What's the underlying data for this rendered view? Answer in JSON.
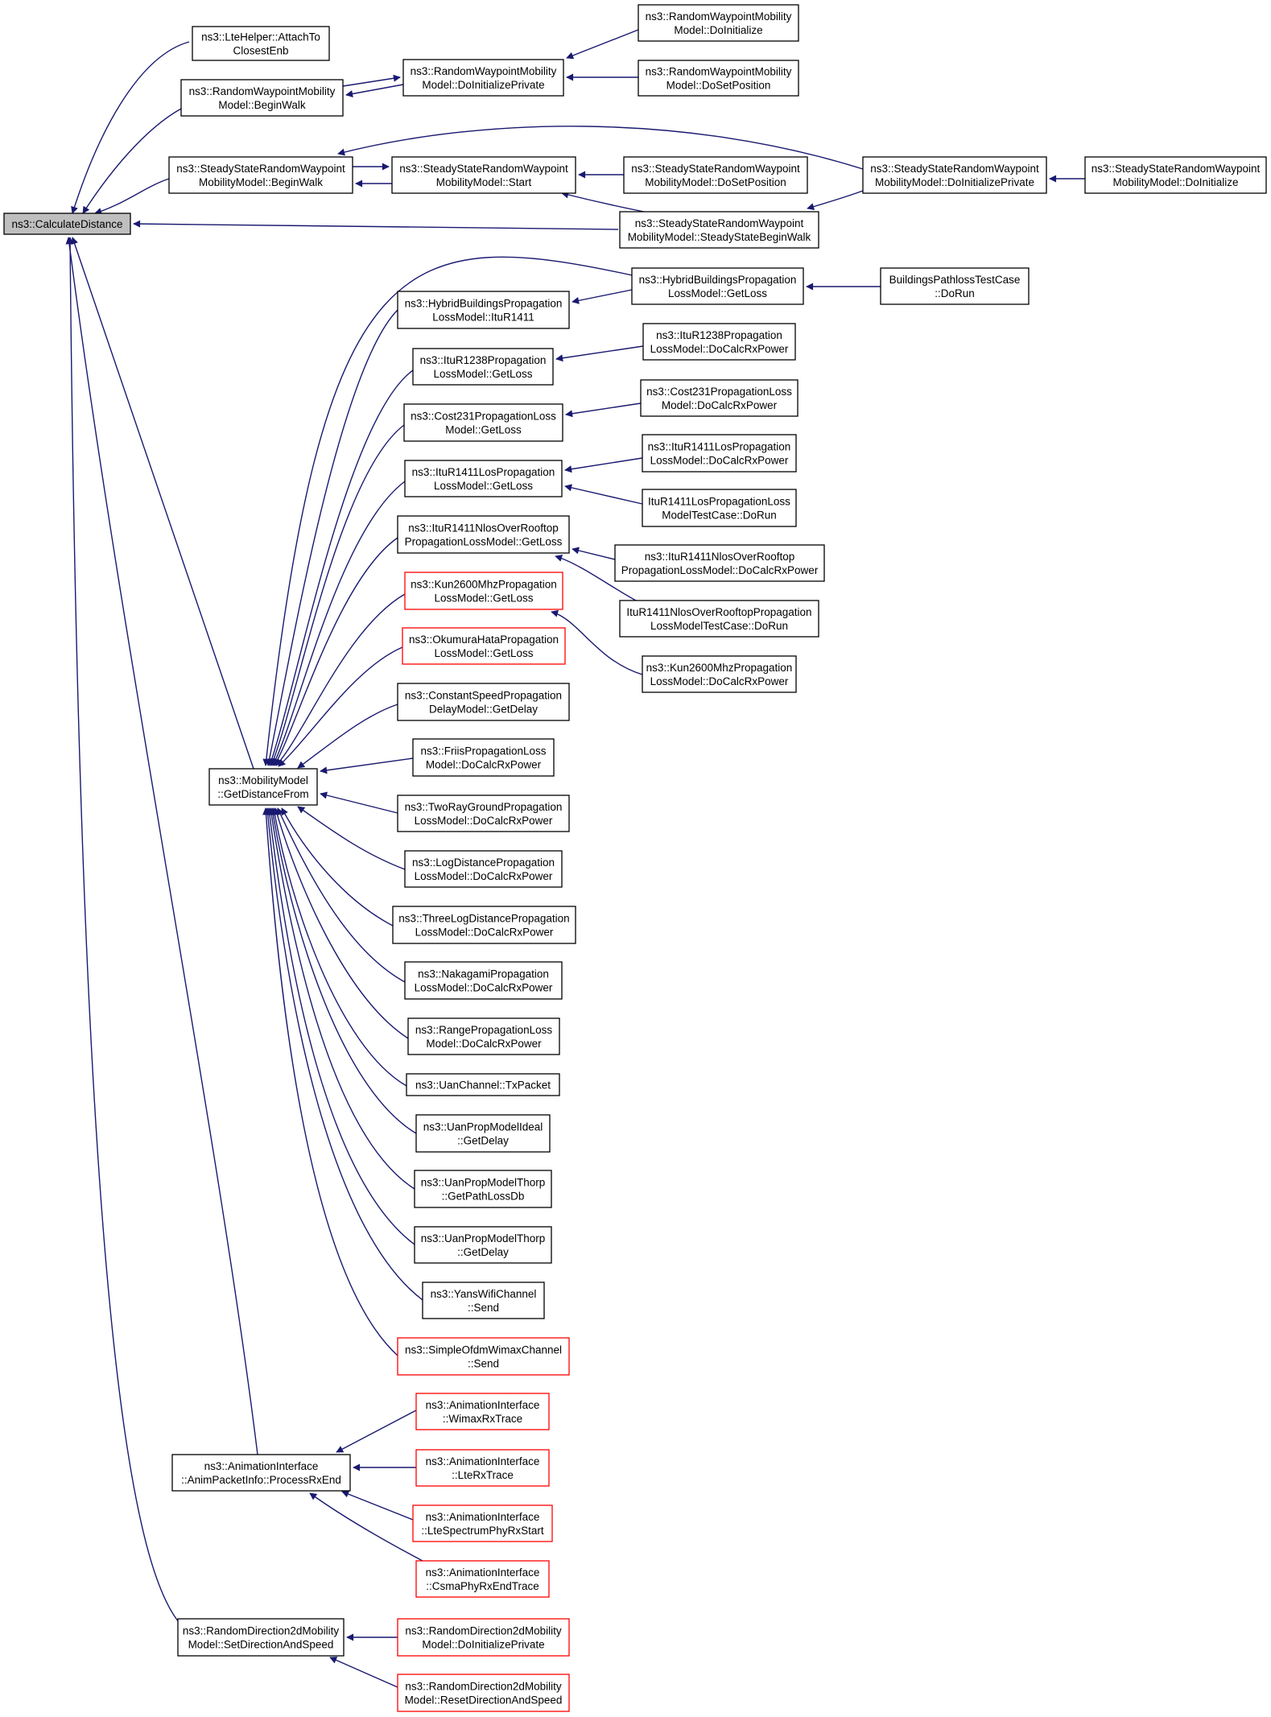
{
  "colors": {
    "edge": "#191970",
    "border": "#000000",
    "border_truncated": "#ff0000",
    "root_fill": "#bfbfbf",
    "fill": "#ffffff"
  },
  "nodes": {
    "calcdist": {
      "lines": [
        "ns3::CalculateDistance"
      ],
      "root": true
    },
    "lteattach": {
      "lines": [
        "ns3::LteHelper::AttachTo",
        "ClosestEnb"
      ]
    },
    "rwm_begin": {
      "lines": [
        "ns3::RandomWaypointMobility",
        "Model::BeginWalk"
      ]
    },
    "rwm_dip": {
      "lines": [
        "ns3::RandomWaypointMobility",
        "Model::DoInitializePrivate"
      ]
    },
    "rwm_doinit": {
      "lines": [
        "ns3::RandomWaypointMobility",
        "Model::DoInitialize"
      ]
    },
    "rwm_setpos": {
      "lines": [
        "ns3::RandomWaypointMobility",
        "Model::DoSetPosition"
      ]
    },
    "ssrw_begin": {
      "lines": [
        "ns3::SteadyStateRandomWaypoint",
        "MobilityModel::BeginWalk"
      ]
    },
    "ssrw_start": {
      "lines": [
        "ns3::SteadyStateRandomWaypoint",
        "MobilityModel::Start"
      ]
    },
    "ssrw_setpos": {
      "lines": [
        "ns3::SteadyStateRandomWaypoint",
        "MobilityModel::DoSetPosition"
      ]
    },
    "ssrw_ssbw": {
      "lines": [
        "ns3::SteadyStateRandomWaypoint",
        "MobilityModel::SteadyStateBeginWalk"
      ]
    },
    "ssrw_dip": {
      "lines": [
        "ns3::SteadyStateRandomWaypoint",
        "MobilityModel::DoInitializePrivate"
      ]
    },
    "ssrw_doinit": {
      "lines": [
        "ns3::SteadyStateRandomWaypoint",
        "MobilityModel::DoInitialize"
      ]
    },
    "hyb_getloss": {
      "lines": [
        "ns3::HybridBuildingsPropagation",
        "LossModel::GetLoss"
      ]
    },
    "bptc_dorun": {
      "lines": [
        "BuildingsPathlossTestCase",
        "::DoRun"
      ]
    },
    "hyb_itur": {
      "lines": [
        "ns3::HybridBuildingsPropagation",
        "LossModel::ItuR1411"
      ]
    },
    "itu1238_getloss": {
      "lines": [
        "ns3::ItuR1238Propagation",
        "LossModel::GetLoss"
      ]
    },
    "itu1238_calc": {
      "lines": [
        "ns3::ItuR1238Propagation",
        "LossModel::DoCalcRxPower"
      ]
    },
    "cost_getloss": {
      "lines": [
        "ns3::Cost231PropagationLoss",
        "Model::GetLoss"
      ]
    },
    "cost_calc": {
      "lines": [
        "ns3::Cost231PropagationLoss",
        "Model::DoCalcRxPower"
      ]
    },
    "itulos_getloss": {
      "lines": [
        "ns3::ItuR1411LosPropagation",
        "LossModel::GetLoss"
      ]
    },
    "itulos_calc": {
      "lines": [
        "ns3::ItuR1411LosPropagation",
        "LossModel::DoCalcRxPower"
      ]
    },
    "itulos_test": {
      "lines": [
        "ItuR1411LosPropagationLoss",
        "ModelTestCase::DoRun"
      ]
    },
    "itunlos_getloss": {
      "lines": [
        "ns3::ItuR1411NlosOverRooftop",
        "PropagationLossModel::GetLoss"
      ]
    },
    "itunlos_calc": {
      "lines": [
        "ns3::ItuR1411NlosOverRooftop",
        "PropagationLossModel::DoCalcRxPower"
      ]
    },
    "itunlos_test": {
      "lines": [
        "ItuR1411NlosOverRooftopPropagation",
        "LossModelTestCase::DoRun"
      ]
    },
    "kun_getloss": {
      "lines": [
        "ns3::Kun2600MhzPropagation",
        "LossModel::GetLoss"
      ],
      "truncated": true
    },
    "kun_calc": {
      "lines": [
        "ns3::Kun2600MhzPropagation",
        "LossModel::DoCalcRxPower"
      ]
    },
    "okumura": {
      "lines": [
        "ns3::OkumuraHataPropagation",
        "LossModel::GetLoss"
      ],
      "truncated": true
    },
    "constspeed": {
      "lines": [
        "ns3::ConstantSpeedPropagation",
        "DelayModel::GetDelay"
      ]
    },
    "friis": {
      "lines": [
        "ns3::FriisPropagationLoss",
        "Model::DoCalcRxPower"
      ]
    },
    "mobility_gdf": {
      "lines": [
        "ns3::MobilityModel",
        "::GetDistanceFrom"
      ]
    },
    "tworay": {
      "lines": [
        "ns3::TwoRayGroundPropagation",
        "LossModel::DoCalcRxPower"
      ]
    },
    "logdist": {
      "lines": [
        "ns3::LogDistancePropagation",
        "LossModel::DoCalcRxPower"
      ]
    },
    "threelog": {
      "lines": [
        "ns3::ThreeLogDistancePropagation",
        "LossModel::DoCalcRxPower"
      ]
    },
    "nakagami": {
      "lines": [
        "ns3::NakagamiPropagation",
        "LossModel::DoCalcRxPower"
      ]
    },
    "range": {
      "lines": [
        "ns3::RangePropagationLoss",
        "Model::DoCalcRxPower"
      ]
    },
    "uanchannel": {
      "lines": [
        "ns3::UanChannel::TxPacket"
      ]
    },
    "uanideal": {
      "lines": [
        "ns3::UanPropModelIdeal",
        "::GetDelay"
      ]
    },
    "uanthorp_pl": {
      "lines": [
        "ns3::UanPropModelThorp",
        "::GetPathLossDb"
      ]
    },
    "uanthorp_gd": {
      "lines": [
        "ns3::UanPropModelThorp",
        "::GetDelay"
      ]
    },
    "yans": {
      "lines": [
        "ns3::YansWifiChannel",
        "::Send"
      ]
    },
    "ofdm": {
      "lines": [
        "ns3::SimpleOfdmWimaxChannel",
        "::Send"
      ],
      "truncated": true
    },
    "anim_wimax": {
      "lines": [
        "ns3::AnimationInterface",
        "::WimaxRxTrace"
      ],
      "truncated": true
    },
    "anim_process": {
      "lines": [
        "ns3::AnimationInterface",
        "::AnimPacketInfo::ProcessRxEnd"
      ]
    },
    "anim_lte": {
      "lines": [
        "ns3::AnimationInterface",
        "::LteRxTrace"
      ],
      "truncated": true
    },
    "anim_ltespec": {
      "lines": [
        "ns3::AnimationInterface",
        "::LteSpectrumPhyRxStart"
      ],
      "truncated": true
    },
    "anim_csma": {
      "lines": [
        "ns3::AnimationInterface",
        "::CsmaPhyRxEndTrace"
      ],
      "truncated": true
    },
    "rd2d_set": {
      "lines": [
        "ns3::RandomDirection2dMobility",
        "Model::SetDirectionAndSpeed"
      ]
    },
    "rd2d_dip": {
      "lines": [
        "ns3::RandomDirection2dMobility",
        "Model::DoInitializePrivate"
      ],
      "truncated": true
    },
    "rd2d_reset": {
      "lines": [
        "ns3::RandomDirection2dMobility",
        "Model::ResetDirectionAndSpeed"
      ],
      "truncated": true
    }
  }
}
